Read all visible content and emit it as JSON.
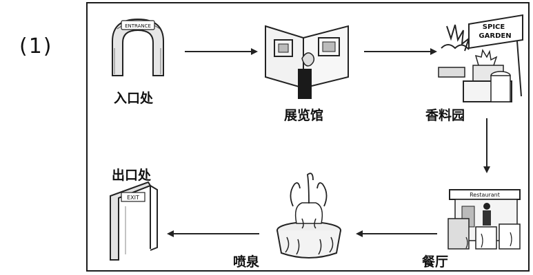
{
  "question_number": "(1)",
  "stations": {
    "entrance": {
      "label": "入口处",
      "sign": "ENTRANCE"
    },
    "exhibition": {
      "label": "展览馆"
    },
    "spice_garden": {
      "label": "香料园",
      "sign_line1": "SPICE",
      "sign_line2": "GARDEN"
    },
    "restaurant": {
      "label": "餐厅",
      "sign": "Restaurant"
    },
    "fountain": {
      "label": "喷泉"
    },
    "exit": {
      "label": "出口处",
      "sign": "EXIT"
    }
  }
}
